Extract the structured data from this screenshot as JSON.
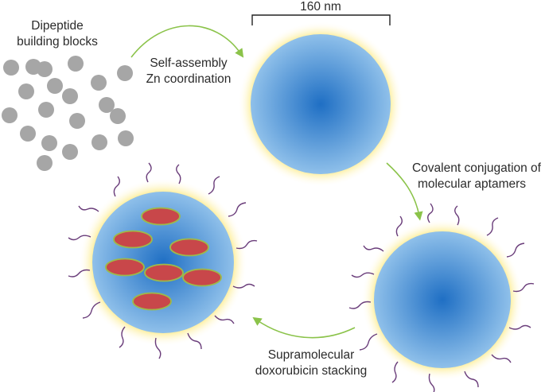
{
  "labels": {
    "building_blocks_line1": "Dipeptide",
    "building_blocks_line2": "building blocks",
    "step1_line1": "Self-assembly",
    "step1_line2": "Zn coordination",
    "scale_bar": "160 nm",
    "step2_line1": "Covalent conjugation of",
    "step2_line2": "molecular aptamers",
    "step3_line1": "Supramolecular",
    "step3_line2": "doxorubicin stacking"
  },
  "colors": {
    "particle_core": "#1f6fc4",
    "particle_edge": "#8fc0ea",
    "shell_inner": "#fde873",
    "shell_outer": "#ffffff",
    "building_block": "#a6a6a6",
    "arrow": "#8bc34a",
    "aptamer": "#6a3d7a",
    "drug_fill": "#c8474a",
    "drug_outline": "#9dba4a",
    "text": "#2b2b2b",
    "scale_bar": "#222222"
  }
}
